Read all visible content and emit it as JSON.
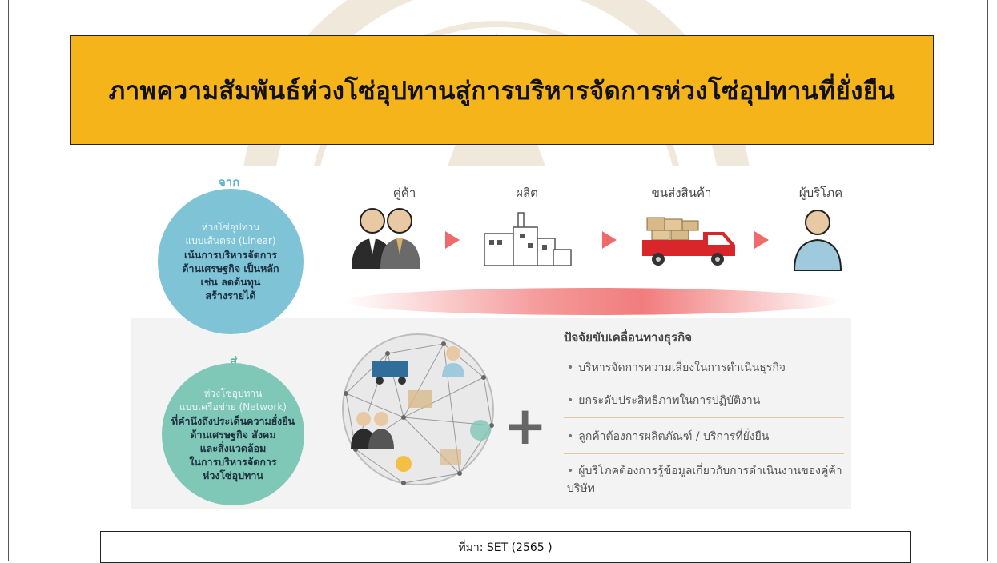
{
  "title": "ภาพความสัมพันธ์ห่วงโซ่อุปทานสู่การบริหารจัดการห่วงโซ่อุปทานที่ยั่งยืน",
  "from_label": "จาก",
  "to_label": "สู่",
  "linear": {
    "line1": "ห่วงโซ่อุปทาน",
    "line2": "แบบเส้นตรง (Linear)",
    "line3": "เน้นการบริหารจัดการ",
    "line4": "ด้านเศรษฐกิจ เป็นหลัก",
    "line5": "เช่น ลดต้นทุน",
    "line6": "สร้างรายได้"
  },
  "network": {
    "line1": "ห่วงโซ่อุปทาน",
    "line2": "แบบเครือข่าย (Network)",
    "line3": "ที่คำนึงถึงประเด็นความยั่งยืน",
    "line4": "ด้านเศรษฐกิจ สังคม",
    "line5": "และสิ่งแวดล้อม",
    "line6": "ในการบริหารจัดการ",
    "line7": "ห่วงโซ่อุปทาน"
  },
  "stages": {
    "partner": "คู่ค้า",
    "produce": "ผลิต",
    "transport": "ขนส่งสินค้า",
    "consumer": "ผู้บริโภค"
  },
  "factors": {
    "title": "ปัจจัยขับเคลื่อนทางธุรกิจ",
    "item1": "บริหารจัดการความเสี่ยงในการดำเนินธุรกิจ",
    "item2": "ยกระดับประสิทธิภาพในการปฏิบัติงาน",
    "item3": "ลูกค้าต้องการผลิตภัณฑ์ / บริการที่ยั่งยืน",
    "item4": "ผู้บริโภคต้องการรู้ข้อมูลเกี่ยวกับการดำเนินงานของคู่ค้าบริษัท"
  },
  "plus_symbol": "+",
  "source": "ที่มา: SET (2565 )",
  "colors": {
    "banner": "#f5b51a",
    "linear_circle": "#7fc3d7",
    "network_circle": "#7fc7b6",
    "arrow": "#f06a6a",
    "truck": "#d9262b"
  }
}
